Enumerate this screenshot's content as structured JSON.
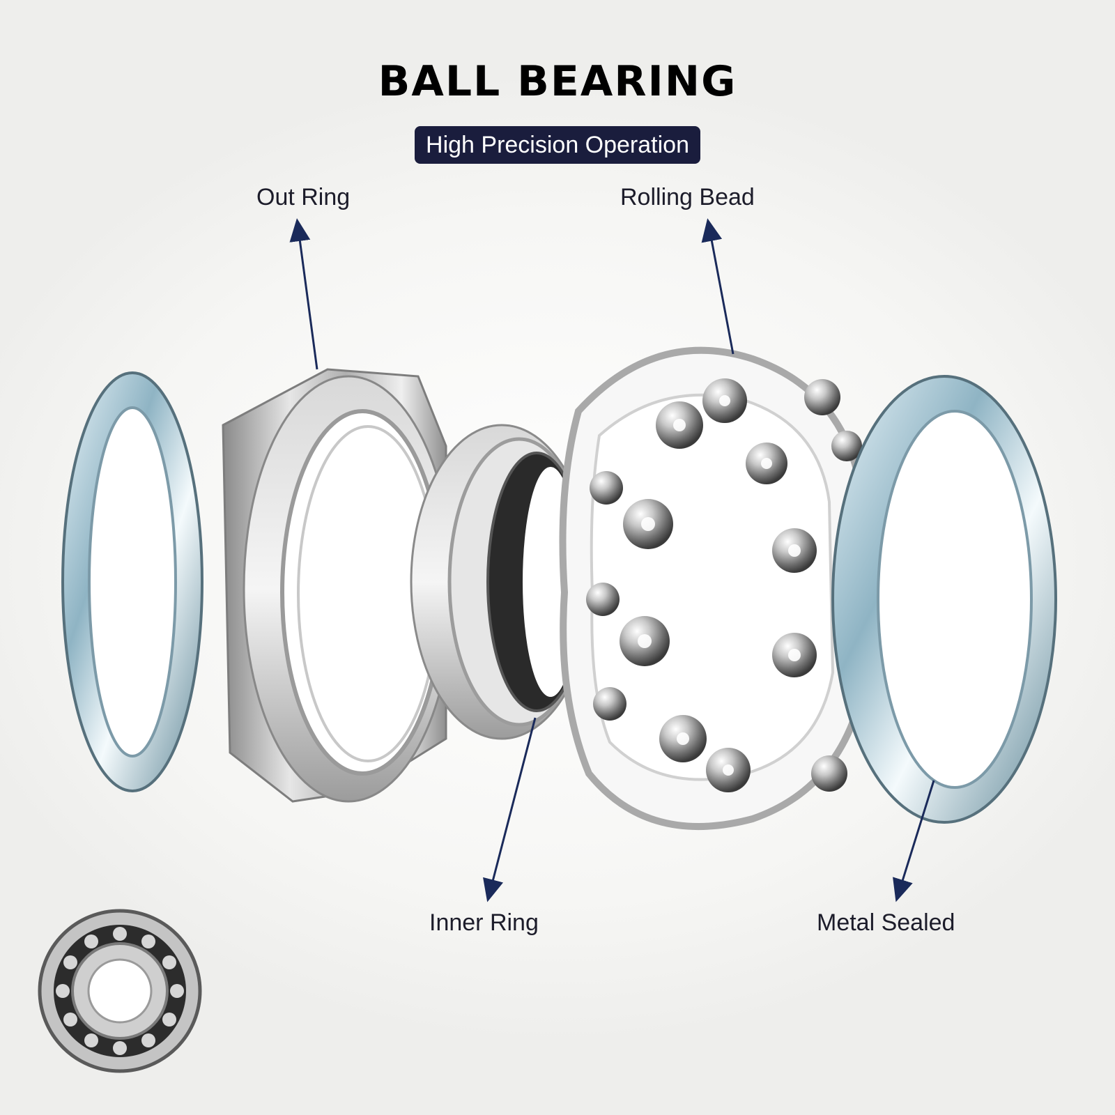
{
  "header": {
    "title": "BALL BEARING",
    "subtitle": "High Precision Operation"
  },
  "callouts": {
    "out_ring": "Out Ring",
    "rolling_bead": "Rolling Bead",
    "inner_ring": "Inner Ring",
    "metal_sealed": "Metal Sealed"
  },
  "colors": {
    "badge_background": "#1a1d3d",
    "arrow": "#1a2a5a",
    "seal_steel": "#7fa6b8",
    "ring_steel": "#b8b8b8"
  }
}
